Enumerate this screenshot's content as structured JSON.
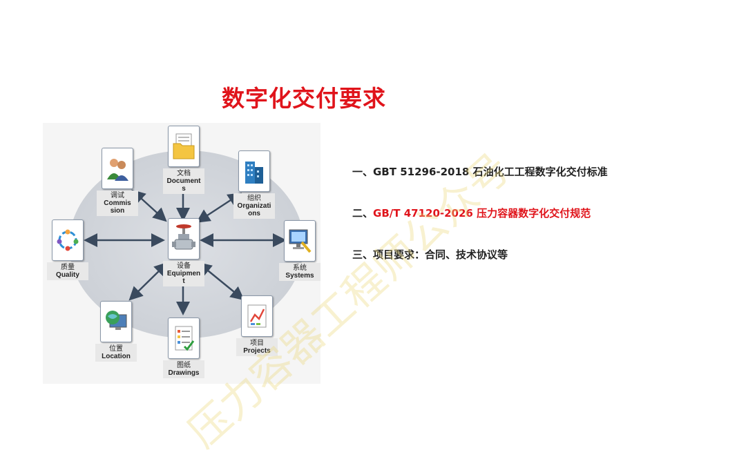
{
  "title": "数字化交付要求",
  "diagram": {
    "center": {
      "zh": "设备",
      "en": "Equipmen t"
    },
    "nodes": [
      {
        "key": "documents",
        "zh": "文档",
        "en": "Document s"
      },
      {
        "key": "organizations",
        "zh": "组织",
        "en": "Organizati ons"
      },
      {
        "key": "systems",
        "zh": "系统",
        "en": "Systems"
      },
      {
        "key": "projects",
        "zh": "项目",
        "en": "Projects"
      },
      {
        "key": "drawings",
        "zh": "图纸",
        "en": "Drawings"
      },
      {
        "key": "location",
        "zh": "位置",
        "en": "Location"
      },
      {
        "key": "quality",
        "zh": "质量",
        "en": "Quality"
      },
      {
        "key": "commission",
        "zh": "调试",
        "en": "Commis sion"
      }
    ]
  },
  "requirements": [
    {
      "text": "一、GBT 51296-2018 石油化工工程数字化交付标准",
      "color": "#222222"
    },
    {
      "text": "二、GB/T 47120-2026 压力容器数字化交付规范",
      "color": "#e0141b",
      "prefix": "二、"
    },
    {
      "text": "三、项目要求：合同、技术协议等",
      "color": "#222222"
    }
  ],
  "watermark": "压力容器工程师公众号"
}
